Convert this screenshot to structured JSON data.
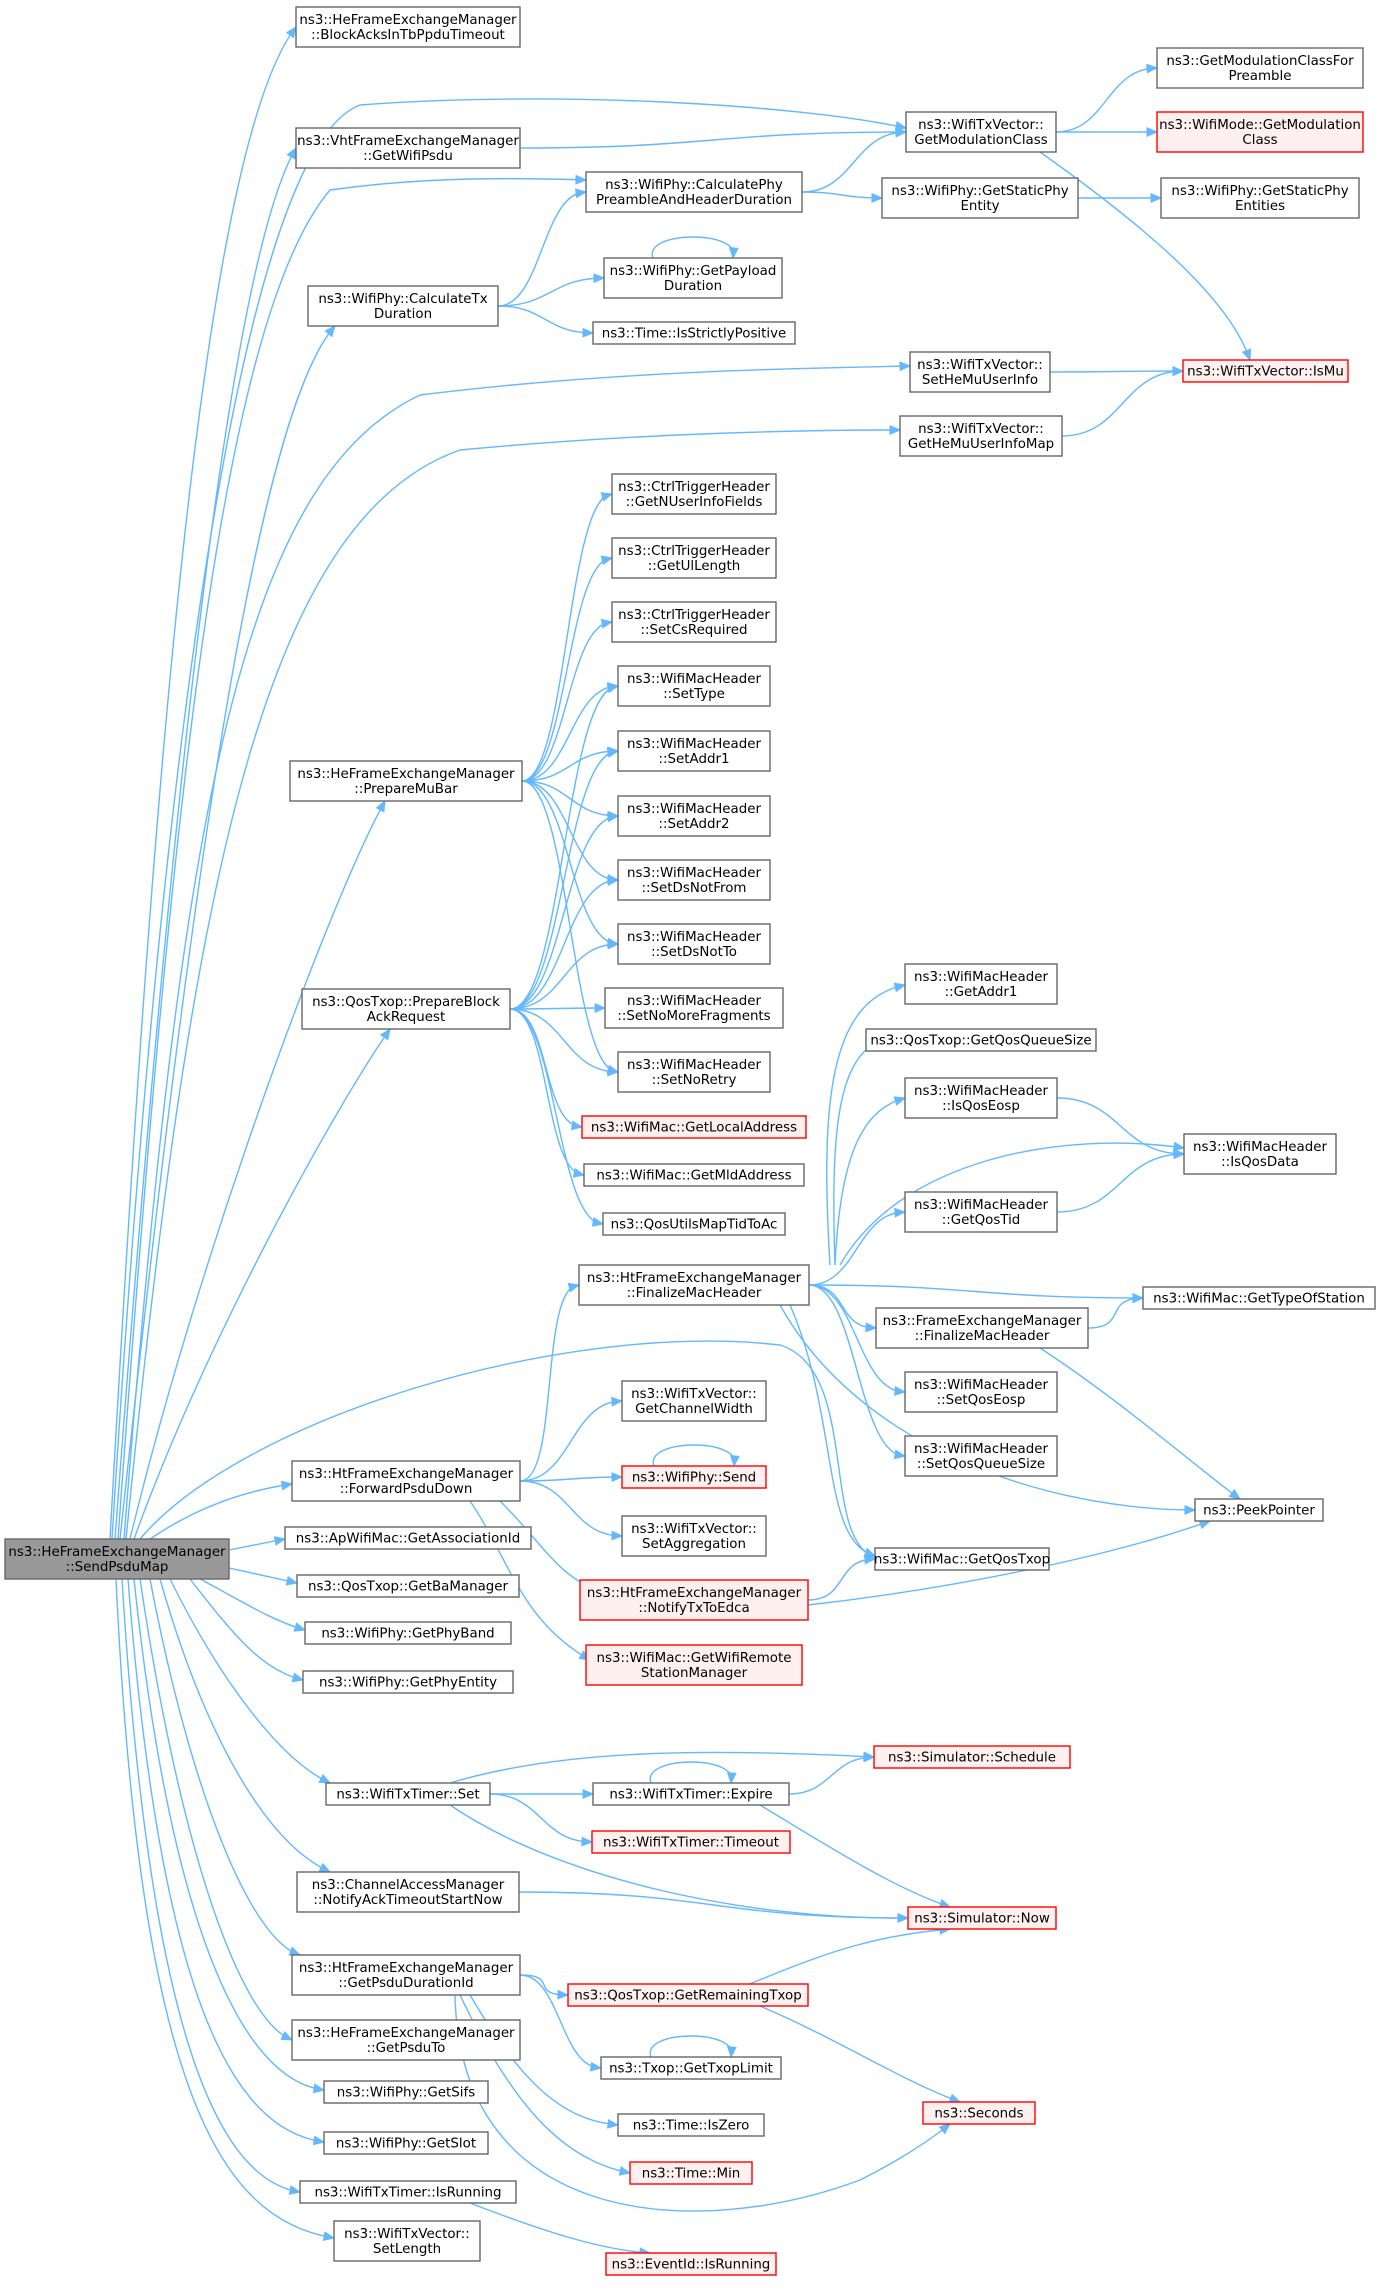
{
  "colors": {
    "edge": "#63b8ff",
    "node_border": "#666666",
    "node_fill": "#ffffff",
    "node_border_truncated": "#ff0000",
    "node_fill_truncated": "#fff0f0",
    "root_fill": "#999999",
    "root_border": "#666666"
  },
  "diagram": {
    "root": "n0",
    "nodes": [
      {
        "id": "n0",
        "lines": [
          "ns3::HeFrameExchangeManager",
          "::SendPsduMap"
        ],
        "style": "root"
      },
      {
        "id": "n1",
        "lines": [
          "ns3::HeFrameExchangeManager",
          "::BlockAcksInTbPpduTimeout"
        ],
        "style": "normal"
      },
      {
        "id": "n2",
        "lines": [
          "ns3::WifiTxVector::",
          "GetModulationClass"
        ],
        "style": "normal"
      },
      {
        "id": "n3",
        "lines": [
          "ns3::GetModulationClassFor",
          "Preamble"
        ],
        "style": "normal"
      },
      {
        "id": "n4",
        "lines": [
          "ns3::WifiMode::GetModulation",
          "Class"
        ],
        "style": "truncated"
      },
      {
        "id": "n5",
        "lines": [
          "ns3::WifiTxVector::IsMu"
        ],
        "style": "truncated"
      },
      {
        "id": "n6",
        "lines": [
          "ns3::VhtFrameExchangeManager",
          "::GetWifiPsdu"
        ],
        "style": "normal"
      },
      {
        "id": "n7",
        "lines": [
          "ns3::WifiPhy::CalculatePhy",
          "PreambleAndHeaderDuration"
        ],
        "style": "normal"
      },
      {
        "id": "n8",
        "lines": [
          "ns3::WifiPhy::GetStaticPhy",
          "Entity"
        ],
        "style": "normal"
      },
      {
        "id": "n9",
        "lines": [
          "ns3::WifiPhy::GetStaticPhy",
          "Entities"
        ],
        "style": "normal"
      },
      {
        "id": "n10",
        "lines": [
          "ns3::WifiPhy::CalculateTx",
          "Duration"
        ],
        "style": "normal"
      },
      {
        "id": "n11",
        "lines": [
          "ns3::WifiPhy::GetPayload",
          "Duration"
        ],
        "style": "normal"
      },
      {
        "id": "n12",
        "lines": [
          "ns3::Time::IsStrictlyPositive"
        ],
        "style": "normal"
      },
      {
        "id": "n13",
        "lines": [
          "ns3::WifiTxVector::",
          "SetHeMuUserInfo"
        ],
        "style": "normal"
      },
      {
        "id": "n14",
        "lines": [
          "ns3::WifiTxVector::",
          "GetHeMuUserInfoMap"
        ],
        "style": "normal"
      },
      {
        "id": "n15",
        "lines": [
          "ns3::HeFrameExchangeManager",
          "::PrepareMuBar"
        ],
        "style": "normal"
      },
      {
        "id": "n16",
        "lines": [
          "ns3::CtrlTriggerHeader",
          "::GetNUserInfoFields"
        ],
        "style": "normal"
      },
      {
        "id": "n17",
        "lines": [
          "ns3::CtrlTriggerHeader",
          "::GetUlLength"
        ],
        "style": "normal"
      },
      {
        "id": "n18",
        "lines": [
          "ns3::CtrlTriggerHeader",
          "::SetCsRequired"
        ],
        "style": "normal"
      },
      {
        "id": "n19",
        "lines": [
          "ns3::WifiMacHeader",
          "::SetType"
        ],
        "style": "normal"
      },
      {
        "id": "n20",
        "lines": [
          "ns3::WifiMacHeader",
          "::SetAddr1"
        ],
        "style": "normal"
      },
      {
        "id": "n21",
        "lines": [
          "ns3::WifiMacHeader",
          "::SetAddr2"
        ],
        "style": "normal"
      },
      {
        "id": "n22",
        "lines": [
          "ns3::WifiMacHeader",
          "::SetDsNotFrom"
        ],
        "style": "normal"
      },
      {
        "id": "n23",
        "lines": [
          "ns3::WifiMacHeader",
          "::SetDsNotTo"
        ],
        "style": "normal"
      },
      {
        "id": "n24",
        "lines": [
          "ns3::WifiMacHeader",
          "::SetNoMoreFragments"
        ],
        "style": "normal"
      },
      {
        "id": "n25",
        "lines": [
          "ns3::WifiMacHeader",
          "::SetNoRetry"
        ],
        "style": "normal"
      },
      {
        "id": "n26",
        "lines": [
          "ns3::QosTxop::PrepareBlock",
          "AckRequest"
        ],
        "style": "normal"
      },
      {
        "id": "n27",
        "lines": [
          "ns3::WifiMac::GetLocalAddress"
        ],
        "style": "truncated"
      },
      {
        "id": "n28",
        "lines": [
          "ns3::WifiMac::GetMldAddress"
        ],
        "style": "normal"
      },
      {
        "id": "n29",
        "lines": [
          "ns3::QosUtilsMapTidToAc"
        ],
        "style": "normal"
      },
      {
        "id": "n30",
        "lines": [
          "ns3::WifiMacHeader",
          "::GetAddr1"
        ],
        "style": "normal"
      },
      {
        "id": "n31",
        "lines": [
          "ns3::QosTxop::GetQosQueueSize"
        ],
        "style": "normal"
      },
      {
        "id": "n32",
        "lines": [
          "ns3::WifiMacHeader",
          "::IsQosEosp"
        ],
        "style": "normal"
      },
      {
        "id": "n33",
        "lines": [
          "ns3::WifiMacHeader",
          "::IsQosData"
        ],
        "style": "normal"
      },
      {
        "id": "n34",
        "lines": [
          "ns3::WifiMacHeader",
          "::GetQosTid"
        ],
        "style": "normal"
      },
      {
        "id": "n35",
        "lines": [
          "ns3::HtFrameExchangeManager",
          "::FinalizeMacHeader"
        ],
        "style": "normal"
      },
      {
        "id": "n36",
        "lines": [
          "ns3::WifiMac::GetTypeOfStation"
        ],
        "style": "normal"
      },
      {
        "id": "n37",
        "lines": [
          "ns3::FrameExchangeManager",
          "::FinalizeMacHeader"
        ],
        "style": "normal"
      },
      {
        "id": "n38",
        "lines": [
          "ns3::WifiMacHeader",
          "::SetQosEosp"
        ],
        "style": "normal"
      },
      {
        "id": "n39",
        "lines": [
          "ns3::WifiMacHeader",
          "::SetQosQueueSize"
        ],
        "style": "normal"
      },
      {
        "id": "n40",
        "lines": [
          "ns3::PeekPointer"
        ],
        "style": "normal"
      },
      {
        "id": "n41",
        "lines": [
          "ns3::WifiTxVector::",
          "GetChannelWidth"
        ],
        "style": "normal"
      },
      {
        "id": "n42",
        "lines": [
          "ns3::HtFrameExchangeManager",
          "::ForwardPsduDown"
        ],
        "style": "normal"
      },
      {
        "id": "n43",
        "lines": [
          "ns3::WifiPhy::Send"
        ],
        "style": "truncated"
      },
      {
        "id": "n44",
        "lines": [
          "ns3::WifiTxVector::",
          "SetAggregation"
        ],
        "style": "normal"
      },
      {
        "id": "n45",
        "lines": [
          "ns3::HtFrameExchangeManager",
          "::NotifyTxToEdca"
        ],
        "style": "truncated"
      },
      {
        "id": "n46",
        "lines": [
          "ns3::WifiMac::GetQosTxop"
        ],
        "style": "normal"
      },
      {
        "id": "n47",
        "lines": [
          "ns3::ApWifiMac::GetAssociationId"
        ],
        "style": "normal"
      },
      {
        "id": "n48",
        "lines": [
          "ns3::QosTxop::GetBaManager"
        ],
        "style": "normal"
      },
      {
        "id": "n49",
        "lines": [
          "ns3::WifiPhy::GetPhyBand"
        ],
        "style": "normal"
      },
      {
        "id": "n50",
        "lines": [
          "ns3::WifiMac::GetWifiRemote",
          "StationManager"
        ],
        "style": "truncated"
      },
      {
        "id": "n51",
        "lines": [
          "ns3::WifiPhy::GetPhyEntity"
        ],
        "style": "normal"
      },
      {
        "id": "n52",
        "lines": [
          "ns3::Simulator::Schedule"
        ],
        "style": "truncated"
      },
      {
        "id": "n53",
        "lines": [
          "ns3::WifiTxTimer::Set"
        ],
        "style": "normal"
      },
      {
        "id": "n54",
        "lines": [
          "ns3::WifiTxTimer::Expire"
        ],
        "style": "normal"
      },
      {
        "id": "n55",
        "lines": [
          "ns3::WifiTxTimer::Timeout"
        ],
        "style": "truncated"
      },
      {
        "id": "n56",
        "lines": [
          "ns3::ChannelAccessManager",
          "::NotifyAckTimeoutStartNow"
        ],
        "style": "normal"
      },
      {
        "id": "n57",
        "lines": [
          "ns3::Simulator::Now"
        ],
        "style": "truncated"
      },
      {
        "id": "n58",
        "lines": [
          "ns3::HtFrameExchangeManager",
          "::GetPsduDurationId"
        ],
        "style": "normal"
      },
      {
        "id": "n59",
        "lines": [
          "ns3::QosTxop::GetRemainingTxop"
        ],
        "style": "truncated"
      },
      {
        "id": "n60",
        "lines": [
          "ns3::HeFrameExchangeManager",
          "::GetPsduTo"
        ],
        "style": "normal"
      },
      {
        "id": "n61",
        "lines": [
          "ns3::Txop::GetTxopLimit"
        ],
        "style": "normal"
      },
      {
        "id": "n62",
        "lines": [
          "ns3::Seconds"
        ],
        "style": "truncated"
      },
      {
        "id": "n63",
        "lines": [
          "ns3::WifiPhy::GetSifs"
        ],
        "style": "normal"
      },
      {
        "id": "n64",
        "lines": [
          "ns3::Time::IsZero"
        ],
        "style": "normal"
      },
      {
        "id": "n65",
        "lines": [
          "ns3::WifiPhy::GetSlot"
        ],
        "style": "normal"
      },
      {
        "id": "n66",
        "lines": [
          "ns3::Time::Min"
        ],
        "style": "truncated"
      },
      {
        "id": "n67",
        "lines": [
          "ns3::WifiTxTimer::IsRunning"
        ],
        "style": "normal"
      },
      {
        "id": "n68",
        "lines": [
          "ns3::EventId::IsRunning"
        ],
        "style": "truncated"
      },
      {
        "id": "n69",
        "lines": [
          "ns3::WifiTxVector::",
          "SetLength"
        ],
        "style": "normal"
      }
    ],
    "edges": [
      [
        "n0",
        "n1"
      ],
      [
        "n0",
        "n2"
      ],
      [
        "n0",
        "n6"
      ],
      [
        "n0",
        "n7"
      ],
      [
        "n0",
        "n10"
      ],
      [
        "n0",
        "n13"
      ],
      [
        "n0",
        "n14"
      ],
      [
        "n0",
        "n15"
      ],
      [
        "n0",
        "n26"
      ],
      [
        "n0",
        "n46"
      ],
      [
        "n0",
        "n42"
      ],
      [
        "n0",
        "n47"
      ],
      [
        "n0",
        "n48"
      ],
      [
        "n0",
        "n49"
      ],
      [
        "n0",
        "n51"
      ],
      [
        "n0",
        "n53"
      ],
      [
        "n0",
        "n56"
      ],
      [
        "n0",
        "n58"
      ],
      [
        "n0",
        "n60"
      ],
      [
        "n0",
        "n63"
      ],
      [
        "n0",
        "n65"
      ],
      [
        "n0",
        "n67"
      ],
      [
        "n0",
        "n69"
      ],
      [
        "n2",
        "n3"
      ],
      [
        "n2",
        "n4"
      ],
      [
        "n2",
        "n5"
      ],
      [
        "n6",
        "n2"
      ],
      [
        "n7",
        "n2"
      ],
      [
        "n7",
        "n8"
      ],
      [
        "n8",
        "n9"
      ],
      [
        "n10",
        "n7"
      ],
      [
        "n10",
        "n11"
      ],
      [
        "n10",
        "n12"
      ],
      [
        "n11",
        "n11"
      ],
      [
        "n13",
        "n5"
      ],
      [
        "n14",
        "n5"
      ],
      [
        "n15",
        "n16"
      ],
      [
        "n15",
        "n17"
      ],
      [
        "n15",
        "n18"
      ],
      [
        "n15",
        "n19"
      ],
      [
        "n15",
        "n20"
      ],
      [
        "n15",
        "n21"
      ],
      [
        "n15",
        "n22"
      ],
      [
        "n15",
        "n23"
      ],
      [
        "n15",
        "n25"
      ],
      [
        "n26",
        "n19"
      ],
      [
        "n26",
        "n20"
      ],
      [
        "n26",
        "n21"
      ],
      [
        "n26",
        "n22"
      ],
      [
        "n26",
        "n23"
      ],
      [
        "n26",
        "n24"
      ],
      [
        "n26",
        "n25"
      ],
      [
        "n26",
        "n27"
      ],
      [
        "n26",
        "n28"
      ],
      [
        "n26",
        "n29"
      ],
      [
        "n32",
        "n33"
      ],
      [
        "n34",
        "n33"
      ],
      [
        "n35",
        "n30"
      ],
      [
        "n35",
        "n31"
      ],
      [
        "n35",
        "n32"
      ],
      [
        "n35",
        "n33"
      ],
      [
        "n35",
        "n34"
      ],
      [
        "n35",
        "n36"
      ],
      [
        "n35",
        "n37"
      ],
      [
        "n35",
        "n38"
      ],
      [
        "n35",
        "n39"
      ],
      [
        "n35",
        "n40"
      ],
      [
        "n35",
        "n46"
      ],
      [
        "n37",
        "n36"
      ],
      [
        "n37",
        "n40"
      ],
      [
        "n42",
        "n35"
      ],
      [
        "n42",
        "n41"
      ],
      [
        "n42",
        "n43"
      ],
      [
        "n42",
        "n44"
      ],
      [
        "n42",
        "n45"
      ],
      [
        "n42",
        "n50"
      ],
      [
        "n43",
        "n43"
      ],
      [
        "n45",
        "n46"
      ],
      [
        "n45",
        "n40"
      ],
      [
        "n53",
        "n52"
      ],
      [
        "n53",
        "n54"
      ],
      [
        "n53",
        "n55"
      ],
      [
        "n53",
        "n57"
      ],
      [
        "n54",
        "n54"
      ],
      [
        "n54",
        "n52"
      ],
      [
        "n54",
        "n57"
      ],
      [
        "n56",
        "n57"
      ],
      [
        "n58",
        "n59"
      ],
      [
        "n58",
        "n61"
      ],
      [
        "n58",
        "n64"
      ],
      [
        "n58",
        "n66"
      ],
      [
        "n58",
        "n62"
      ],
      [
        "n59",
        "n57"
      ],
      [
        "n59",
        "n62"
      ],
      [
        "n61",
        "n61"
      ],
      [
        "n67",
        "n68"
      ]
    ]
  }
}
